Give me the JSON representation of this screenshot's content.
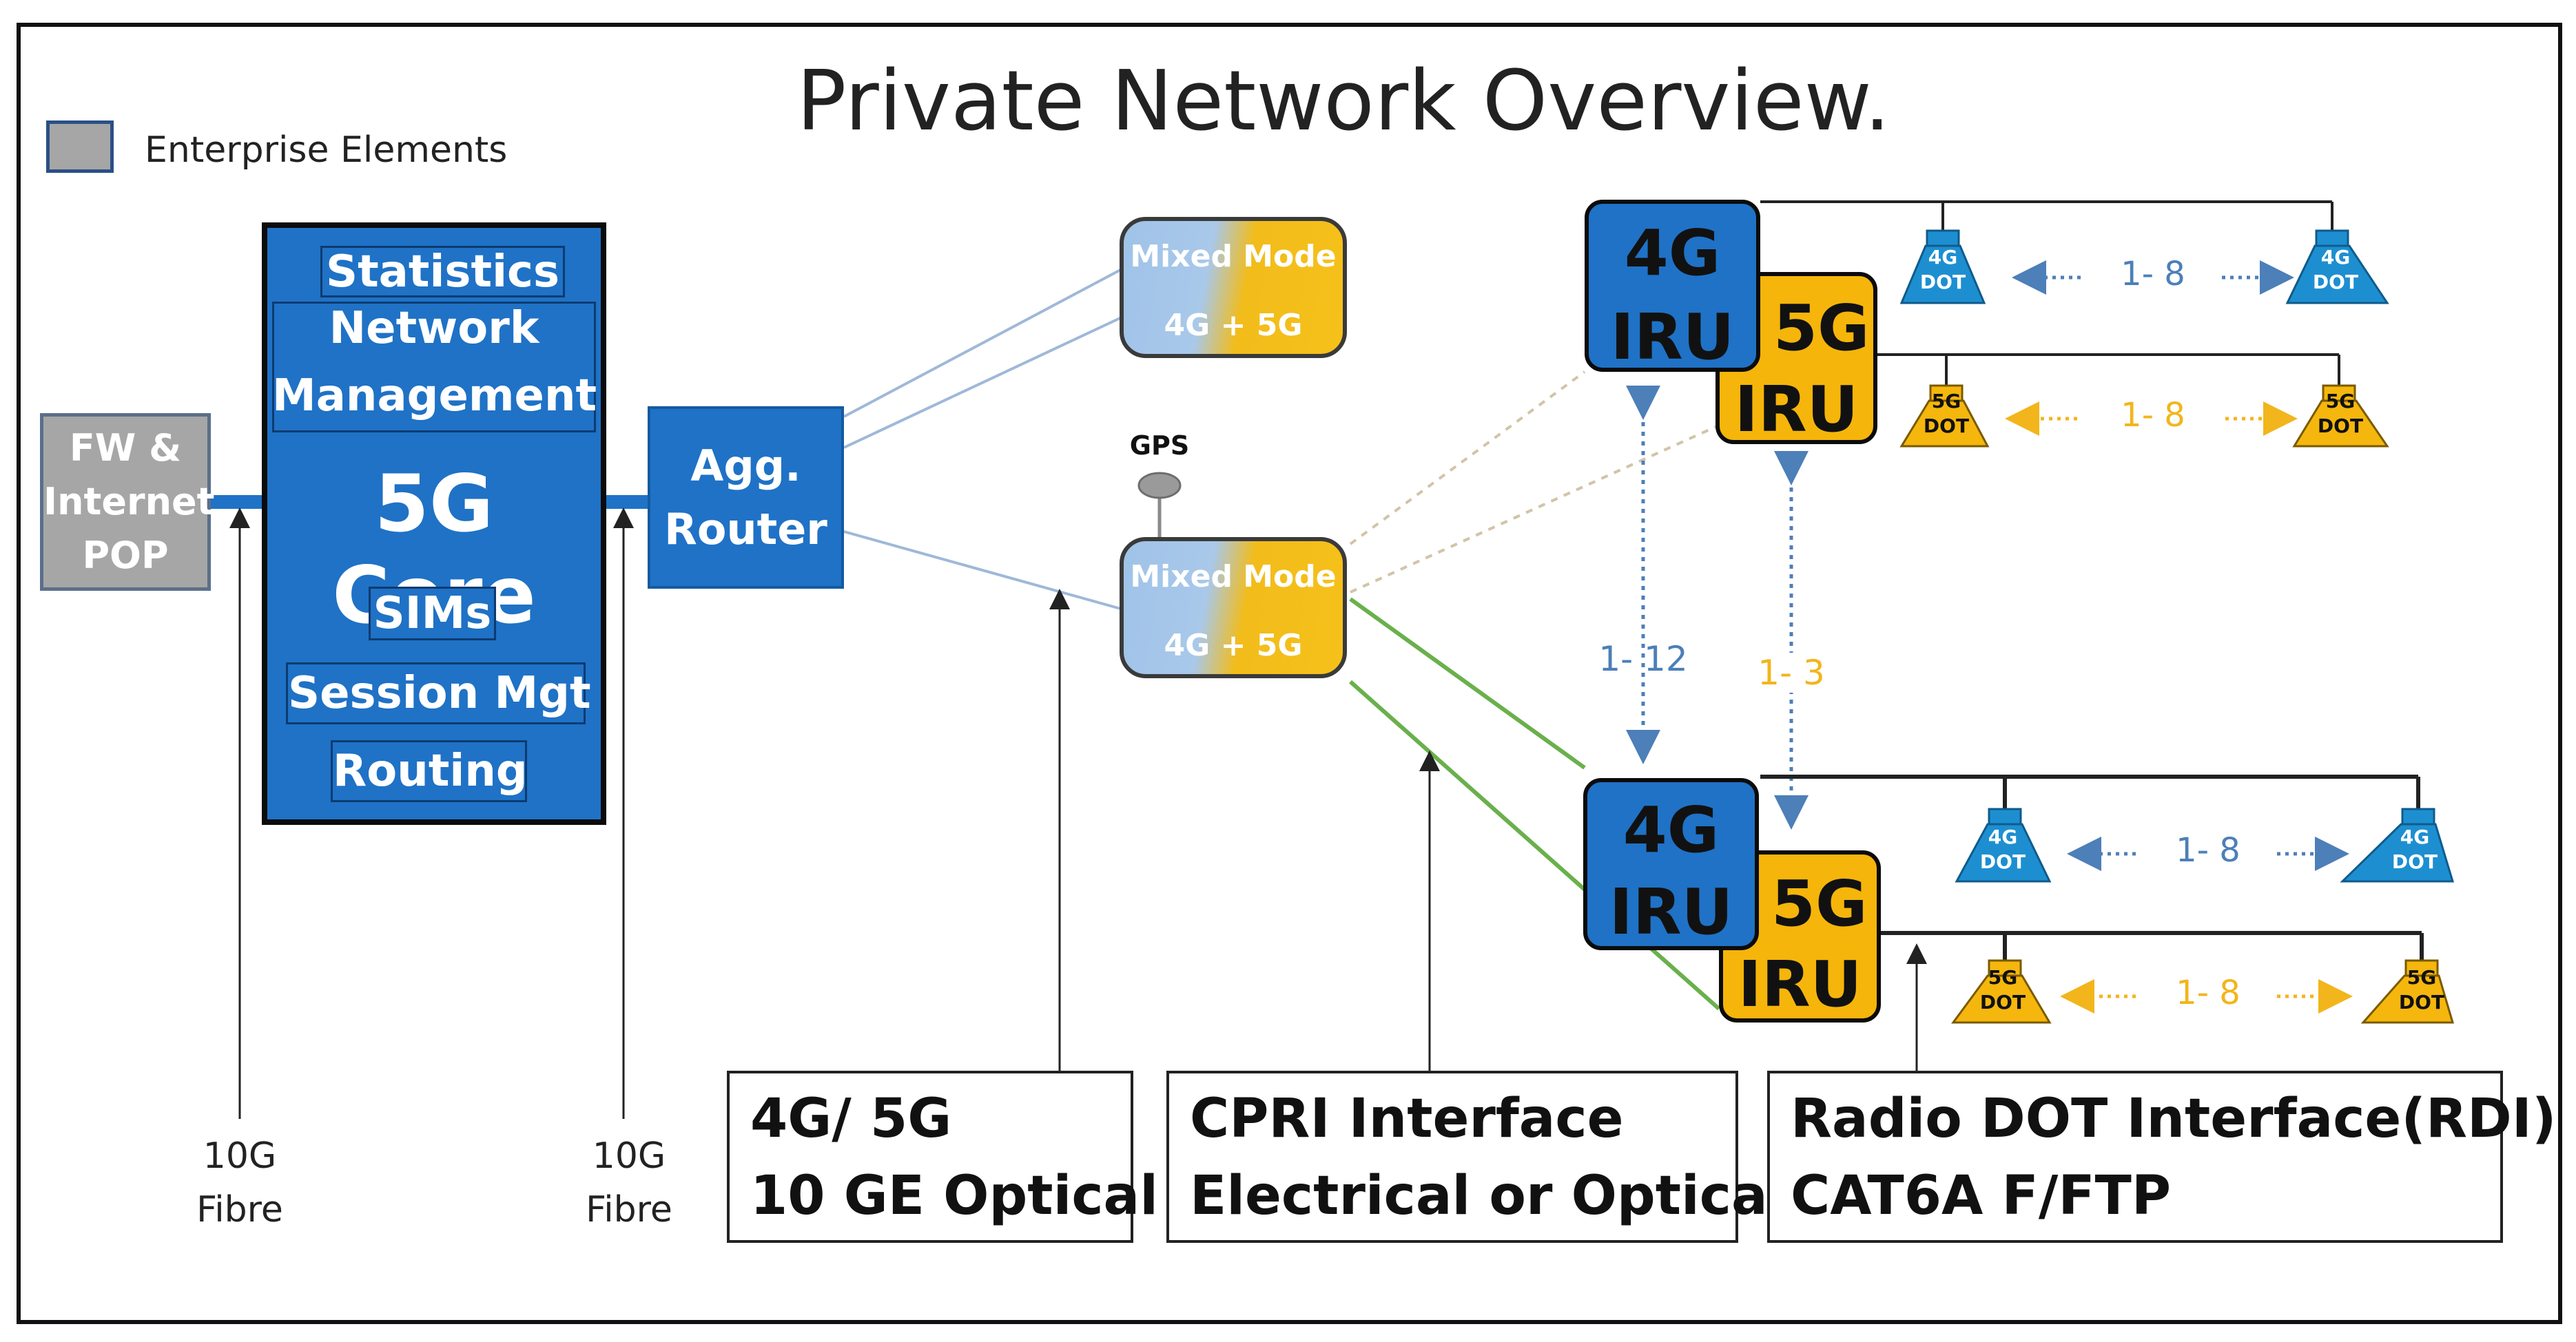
{
  "title": "Private Network Overview.",
  "legend": {
    "label": "Enterprise Elements",
    "color": "#a6a6a6"
  },
  "fw": {
    "line1": "FW &",
    "line2": "Internet",
    "line3": "POP"
  },
  "core": {
    "statistics": "Statistics",
    "network": "Network",
    "management": "Management",
    "core": "5G Core",
    "sims": "SIMs",
    "session": "Session Mgt",
    "routing": "Routing"
  },
  "router": {
    "line1": "Agg.",
    "line2": "Router"
  },
  "fibre_left": {
    "line1": "10G",
    "line2": "Fibre"
  },
  "fibre_right": {
    "line1": "10G",
    "line2": "Fibre"
  },
  "gps": "GPS",
  "mixed_top": {
    "line1": "Mixed Mode",
    "line2": "4G + 5G"
  },
  "mixed_bottom": {
    "line1": "Mixed Mode",
    "line2": "4G + 5G"
  },
  "iru_top": {
    "g4": "4G",
    "iru4": "IRU",
    "g5": "5G",
    "iru5": "IRU"
  },
  "iru_bottom": {
    "g4": "4G",
    "iru4": "IRU",
    "g5": "5G",
    "iru5": "IRU"
  },
  "link_4g": "1- 12",
  "link_5g": "1- 3",
  "dot_label_4g": {
    "g": "4G",
    "dot": "DOT"
  },
  "dot_label_5g": {
    "g": "5G",
    "dot": "DOT"
  },
  "dot_range": "1- 8",
  "info_fronthaul": {
    "line1": "4G/ 5G",
    "line2": "10 GE Optical"
  },
  "info_cpri": {
    "line1": "CPRI Interface",
    "line2": "Electrical or Optical"
  },
  "info_rdi": {
    "line1": "Radio DOT Interface(RDI)",
    "line2": "CAT6A F/FTP"
  },
  "colors": {
    "blue": "#1f72c6",
    "gold": "#f5b50a",
    "grey": "#a6a6a6",
    "green": "#6ab04c",
    "dot_blue": "#1d8fd1",
    "dot_gold": "#f5b70d",
    "arrow_blue": "#4d7fb8",
    "arrow_gold": "#f2b51c"
  }
}
